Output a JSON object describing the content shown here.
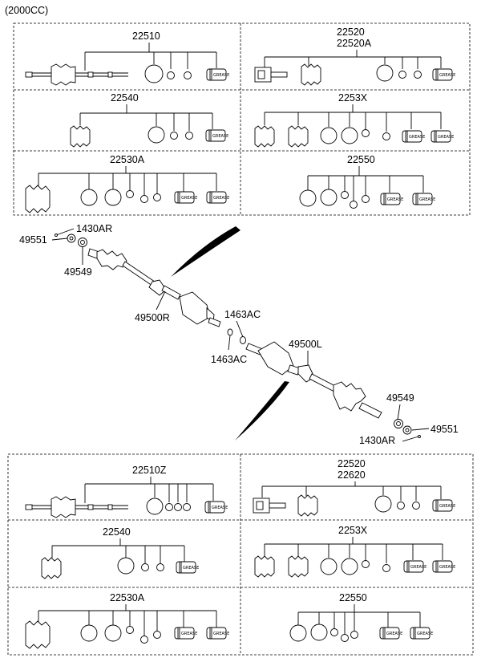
{
  "header": {
    "spec": "(2000CC)"
  },
  "top_kits": {
    "kit_22510": "22510",
    "kit_22520": "22520",
    "kit_22520a": "22520A",
    "kit_22540": "22540",
    "kit_2253x": "2253X",
    "kit_22530a": "22530A",
    "kit_22550": "22550"
  },
  "bottom_kits": {
    "kit_22510z": "22510Z",
    "kit_22520": "22520",
    "kit_22620": "22620",
    "kit_22540": "22540",
    "kit_2253x": "2253X",
    "kit_22530a": "22530A",
    "kit_22550": "22550"
  },
  "assembly": {
    "p1430ar_top": "1430AR",
    "p49551_top": "49551",
    "p49549_top": "49549",
    "p49500r": "49500R",
    "p1463ac_top": "1463AC",
    "p1463ac_bot": "1463AC",
    "p49500l": "49500L",
    "p49549_bot": "49549",
    "p49551_bot": "49551",
    "p1430ar_bot": "1430AR"
  },
  "grease_label": "GREASE"
}
